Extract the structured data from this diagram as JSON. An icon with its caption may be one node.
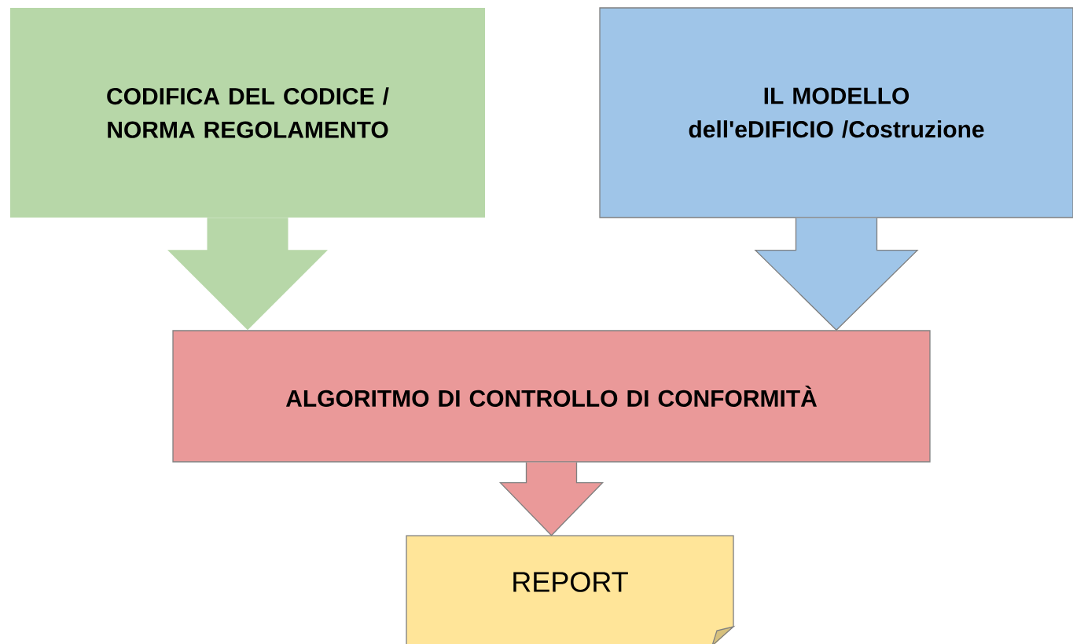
{
  "diagram": {
    "nodes": [
      {
        "text": [
          "CODIFICA DEL CODICE / NORMA REGOLAMENTO"
        ]
      },
      {
        "text": [
          "IL MODELLO dell'eDIFICIO /Costruzione"
        ]
      },
      {
        "text": [
          "ALGORITMO DI CONTROLLO DI CONFORMITÀ"
        ]
      },
      {
        "text": [
          "REPORT"
        ]
      }
    ],
    "edges": [
      {
        "from": 0,
        "to": 2,
        "arrow": "to",
        "color": "#b7d7a8"
      },
      {
        "from": 1,
        "to": 2,
        "arrow": "to",
        "color": "#9fc5e8"
      },
      {
        "from": 2,
        "to": 3,
        "arrow": "to",
        "color": "#ea9999"
      }
    ]
  }
}
